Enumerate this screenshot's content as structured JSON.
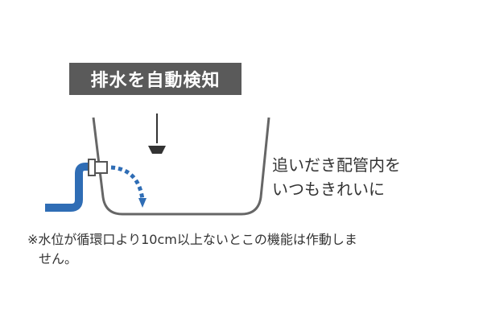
{
  "title": "排水を自動検知",
  "side_text": {
    "line1": "追いだき配管内を",
    "line2": "いつもきれいに"
  },
  "note": {
    "line1": "※水位が循環口より10cm以上ないとこの機能は作動しま",
    "line2": "せん。"
  },
  "colors": {
    "title_bg": "#5a5a5a",
    "tub_outline": "#666666",
    "pipe": "#2f6db5",
    "text": "#333333"
  },
  "icons": {
    "sensor": "water-level-sensor-icon",
    "pipe": "circulation-pipe-icon",
    "flow": "water-flow-arrow-icon"
  }
}
